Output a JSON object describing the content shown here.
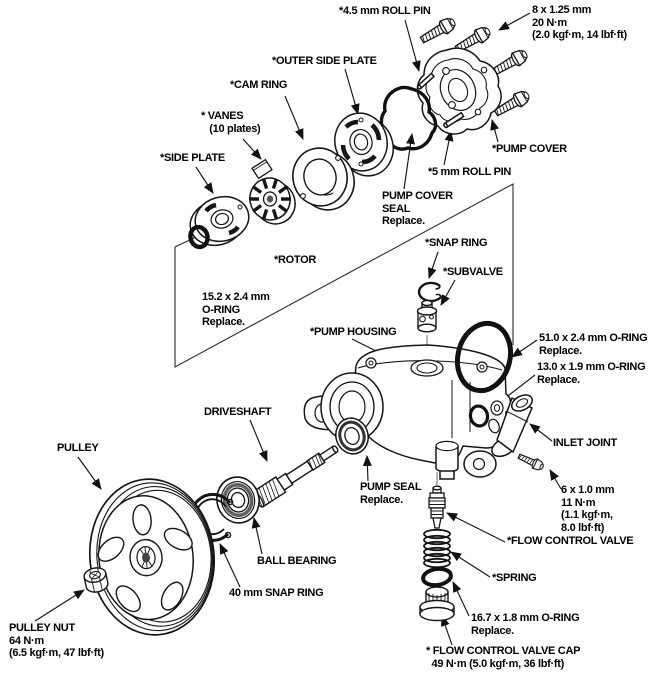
{
  "figure_type": "exploded-parts-diagram",
  "colors": {
    "ink": "#111111",
    "background": "#ffffff"
  },
  "labels": {
    "roll_pin_4_5": "*4.5 mm ROLL PIN",
    "cover_bolts": "8 x 1.25 mm\n20 N·m\n(2.0 kgf·m, 14 lbf·ft)",
    "outer_side_plate": "*OUTER SIDE PLATE",
    "cam_ring": "*CAM RING",
    "vanes": "* VANES\n   (10 plates)",
    "side_plate": "*SIDE PLATE",
    "pump_cover": "*PUMP COVER",
    "roll_pin_5": "*5 mm ROLL PIN",
    "pump_cover_seal": "PUMP COVER\nSEAL\nReplace.",
    "snap_ring": "*SNAP RING",
    "subvalve": "*SUBVALVE",
    "rotor": "*ROTOR",
    "o_ring_15_2": "15.2 x 2.4 mm\nO-RING\nReplace.",
    "pump_housing": "*PUMP HOUSING",
    "o_ring_51_0": "51.0 x 2.4 mm O-RING\nReplace.",
    "o_ring_13_0": "13.0 x 1.9 mm O-RING\nReplace.",
    "inlet_joint": "INLET JOINT",
    "inlet_bolt": "6 x 1.0 mm\n11 N·m\n(1.1 kgf·m,\n8.0 lbf·ft)",
    "flow_control_valve": "*FLOW CONTROL VALVE",
    "spring": "*SPRING",
    "o_ring_16_7": "16.7 x 1.8 mm O-RING\nReplace.",
    "flow_control_valve_cap": "* FLOW CONTROL VALVE CAP\n  49 N·m (5.0 kgf·m, 36 lbf·ft)",
    "driveshaft": "DRIVESHAFT",
    "pulley": "PULLEY",
    "pump_seal": "PUMP SEAL\nReplace.",
    "ball_bearing": "BALL BEARING",
    "snap_ring_40mm": "40 mm SNAP RING",
    "pulley_nut": "PULLEY NUT\n64 N·m\n(6.5 kgf·m, 47 lbf·ft)"
  }
}
